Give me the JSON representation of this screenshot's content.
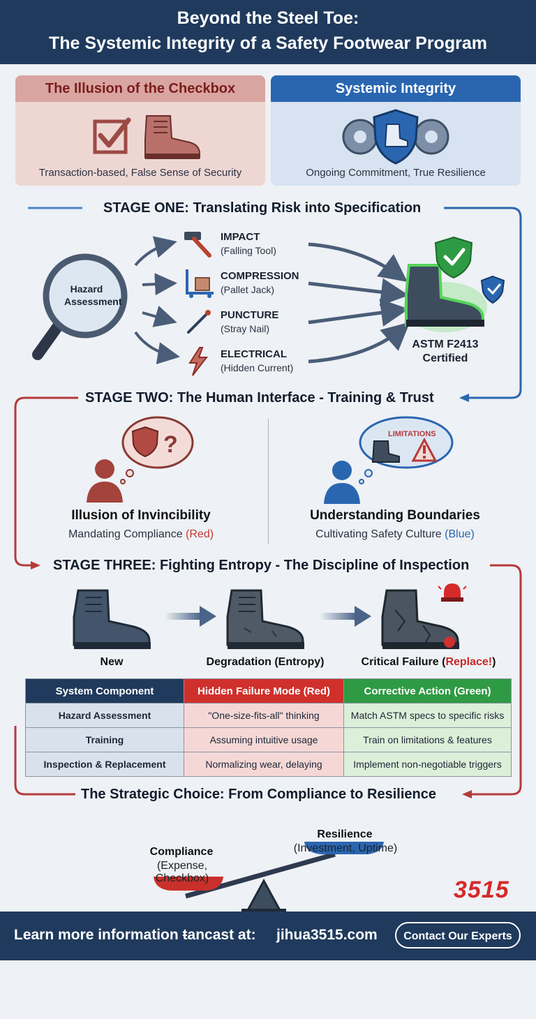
{
  "header": {
    "title_line1": "Beyond the Steel Toe:",
    "title_line2": "The Systemic Integrity of a Safety Footwear Program"
  },
  "compare": {
    "left_title": "The Illusion of the Checkbox",
    "left_caption": "Transaction-based, False Sense of Security",
    "right_title": "Systemic Integrity",
    "right_caption": "Ongoing Commitment, True Resilience"
  },
  "stage1": {
    "title": "STAGE ONE: Translating Risk into Specification",
    "magnifier_label_1": "Hazard",
    "magnifier_label_2": "Assessment",
    "hazards": [
      {
        "title": "IMPACT",
        "sub": "(Falling Tool)",
        "icon": "hammer-icon"
      },
      {
        "title": "COMPRESSION",
        "sub": "(Pallet Jack)",
        "icon": "pallet-jack-icon"
      },
      {
        "title": "PUNCTURE",
        "sub": "(Stray Nail)",
        "icon": "nail-icon"
      },
      {
        "title": "ELECTRICAL",
        "sub": "(Hidden Current)",
        "icon": "lightning-icon"
      }
    ],
    "boot_label_1": "ASTM F2413",
    "boot_label_2": "Certified"
  },
  "stage2": {
    "title": "STAGE TWO: The Human Interface - Training & Trust",
    "left_heading": "Illusion of Invincibility",
    "left_sub_prefix": "Mandating Compliance ",
    "left_sub_color": "(Red)",
    "right_bubble": "LIMITATIONS",
    "right_heading": "Understanding Boundaries",
    "right_sub_prefix": "Cultivating Safety Culture ",
    "right_sub_color": "(Blue)"
  },
  "stage3": {
    "title": "STAGE THREE: Fighting Entropy - The Discipline of Inspection",
    "boot_new": "New",
    "boot_degraded": "Degradation (Entropy)",
    "boot_failure_prefix": "Critical Failure (",
    "boot_failure_red": "Replace!",
    "boot_failure_suffix": ")"
  },
  "table": {
    "headers": [
      "System Component",
      "Hidden Failure Mode (Red)",
      "Corrective Action (Green)"
    ],
    "rows": [
      [
        "Hazard Assessment",
        "\"One-size-fits-all\" thinking",
        "Match ASTM specs to specific risks"
      ],
      [
        "Training",
        "Assuming intuitive usage",
        "Train on limitations & features"
      ],
      [
        "Inspection & Replacement",
        "Normalizing wear, delaying",
        "Implement non-negotiable triggers"
      ]
    ]
  },
  "strategic": {
    "title": "The Strategic Choice: From Compliance to Resilience",
    "left_title": "Compliance",
    "left_sub": "(Expense, Checkbox)",
    "right_title": "Resilience",
    "right_sub": "(Investment, Uptime)",
    "logo": "3515"
  },
  "footer": {
    "prefix": "Learn more information ",
    "garbled": "ŧancast",
    "at": " at:",
    "url": "jihua3515.com",
    "button": "Contact Our Experts"
  },
  "colors": {
    "navy": "#1f3a5c",
    "red": "#b53a3a",
    "blue": "#2a66b0",
    "green": "#2f9a44"
  }
}
